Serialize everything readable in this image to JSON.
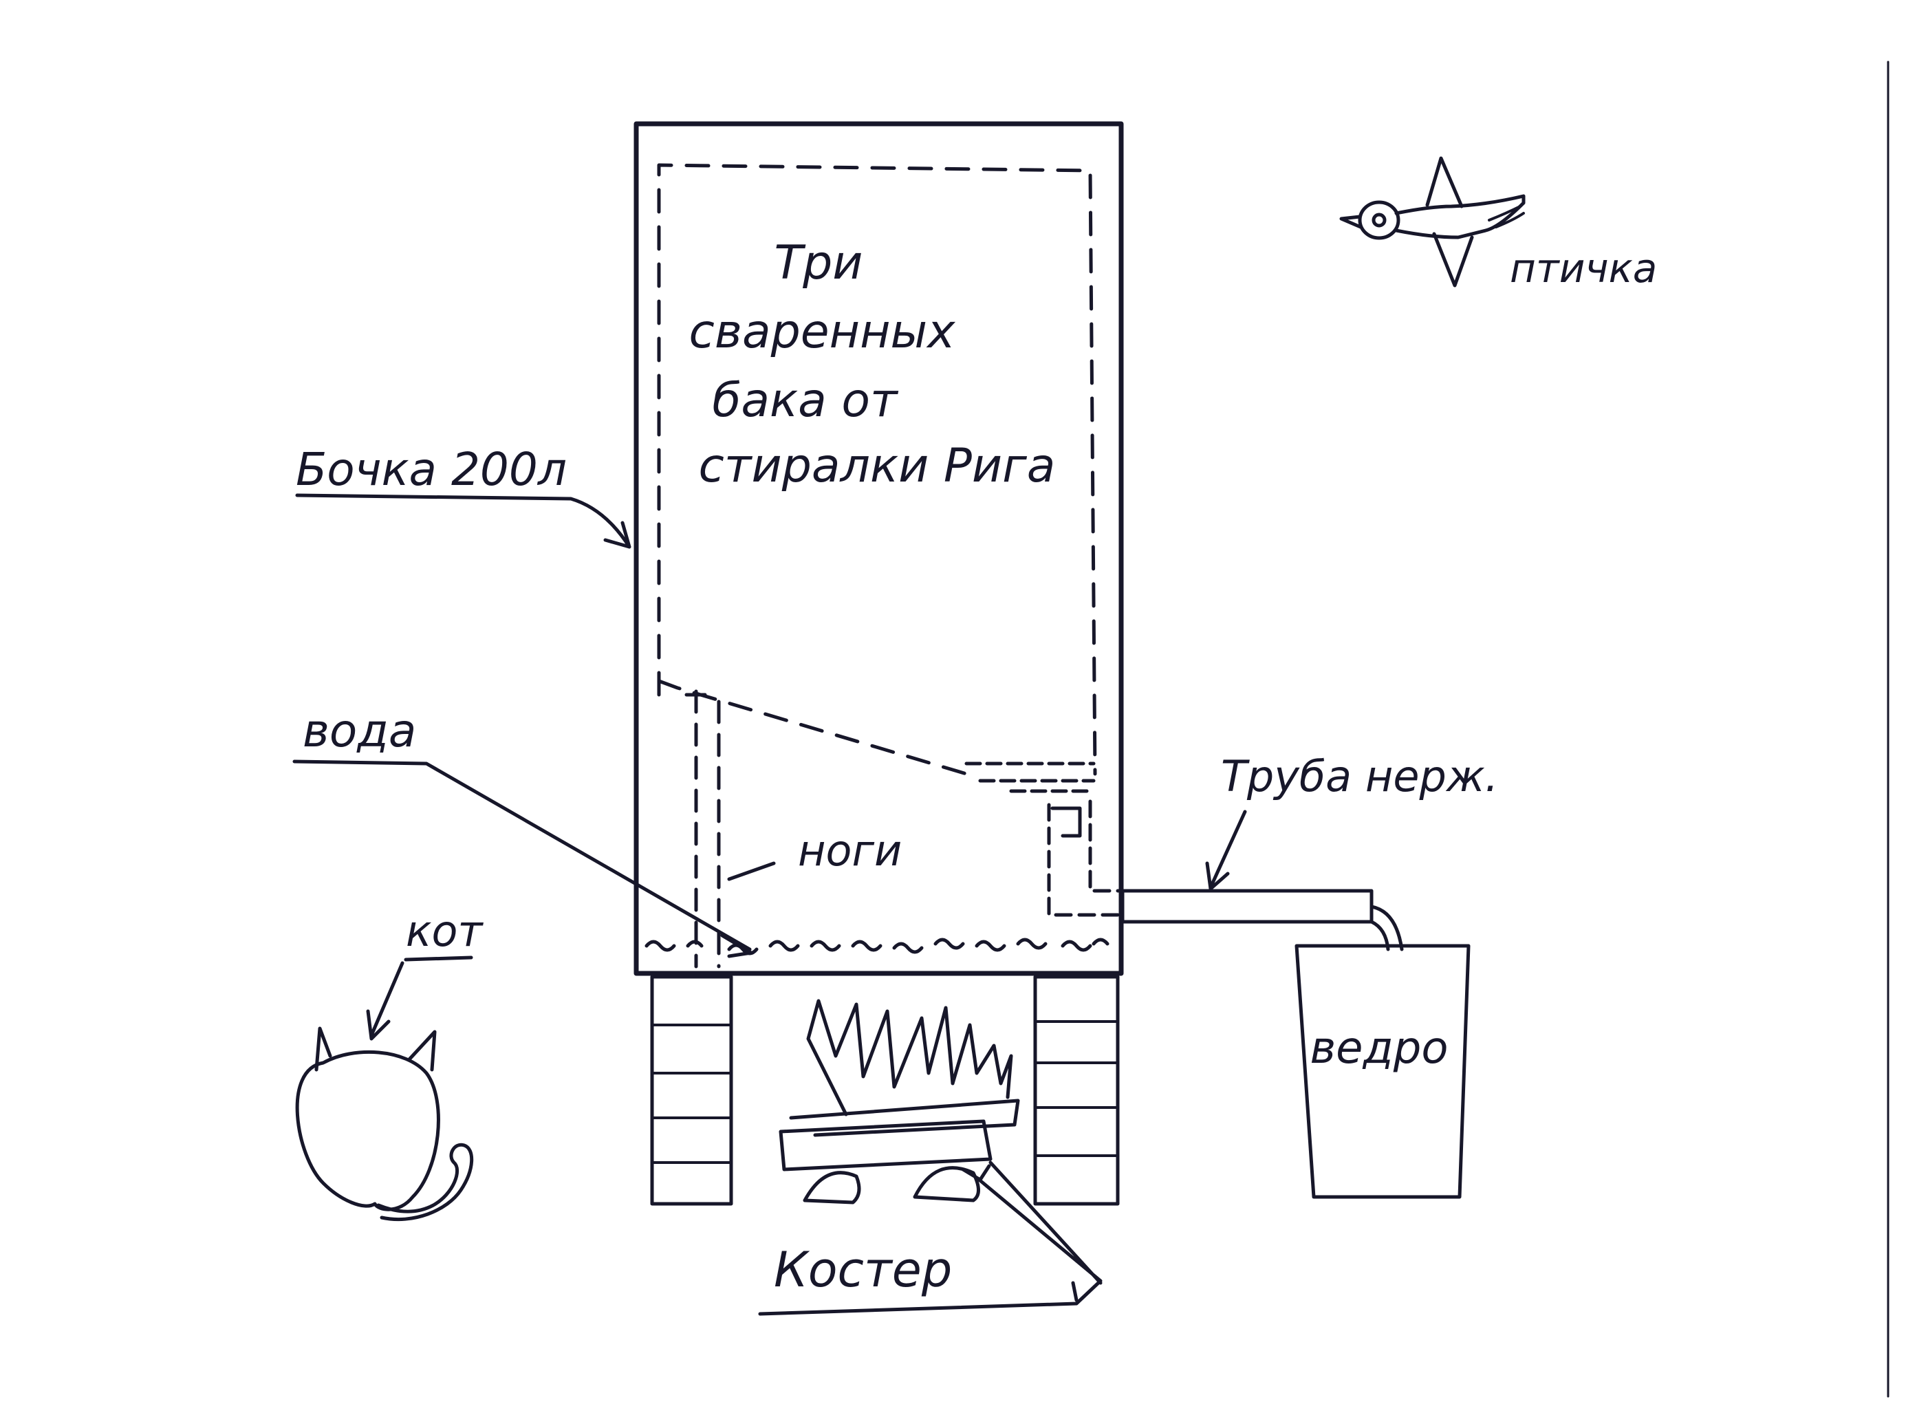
{
  "diagram": {
    "labels": {
      "tanks_line1": "Три",
      "tanks_line2": "сваренных",
      "tanks_line3": "бака от",
      "tanks_line4": "стиралки Рига",
      "barrel": "Бочка 200л",
      "water": "вода",
      "legs": "ноги",
      "pipe": "Труба нерж.",
      "bucket": "ведро",
      "cat": "кот",
      "bird": "птичка",
      "fire": "Костер"
    },
    "colors": {
      "ink": "#17172a",
      "paper": "#ffffff"
    },
    "icons": [
      "bird-icon",
      "cat-icon",
      "fire-icon"
    ]
  }
}
